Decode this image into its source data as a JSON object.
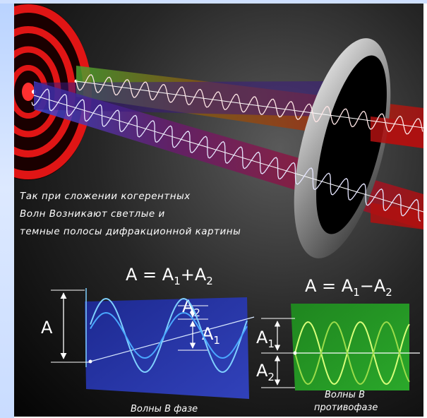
{
  "caption": {
    "line1": "Так при сложении когерентных",
    "line2": "Волн Возникают светлые и",
    "line3": "темные полосы дифракционной картины"
  },
  "in_phase": {
    "formula": {
      "lhs": "A",
      "eq": " = ",
      "a": "A",
      "a_sub": "1",
      "op": "+",
      "b": "A",
      "b_sub": "2"
    },
    "amp_label": "A",
    "a1": {
      "main": "A",
      "sub": "1"
    },
    "a2": {
      "main": "A",
      "sub": "2"
    },
    "caption": "Волны В фазе"
  },
  "anti_phase": {
    "formula": {
      "lhs": "A",
      "eq": " = ",
      "a": "A",
      "a_sub": "1",
      "op": "−",
      "b": "A",
      "b_sub": "2"
    },
    "a1": {
      "main": "A",
      "sub": "1"
    },
    "a2": {
      "main": "A",
      "sub": "2"
    },
    "caption_line1": "Волны В",
    "caption_line2": "противофазе"
  },
  "colors": {
    "background": "#0a0a0a",
    "red_beam": "#c01010",
    "blue_panel": "#2a3bb8",
    "green_panel": "#23a523",
    "wave_light_blue": "#7fd0ff",
    "wave_yellow_green": "#d8ff7a"
  }
}
